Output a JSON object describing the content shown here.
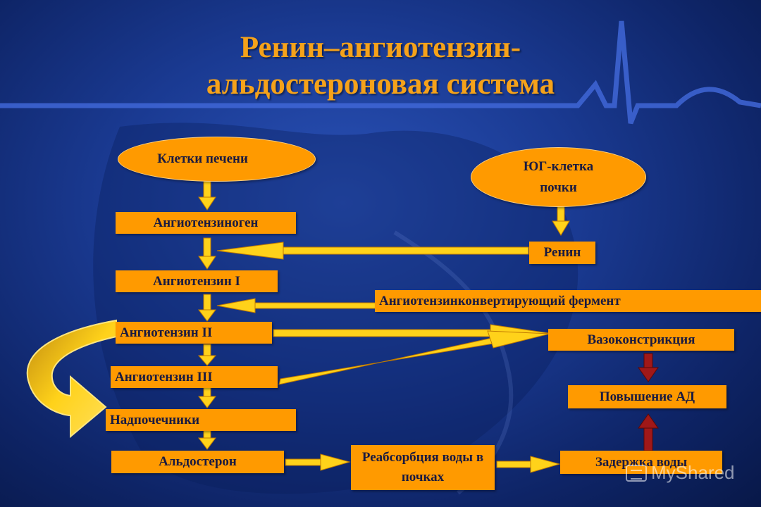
{
  "title": {
    "line1": "Ренин–ангиотензин-",
    "line2": "альдостероновая система"
  },
  "nodes": {
    "liver_cells": "Клетки печени",
    "jg_cell": "ЮГ-клетка почки",
    "angiotensinogen": "Ангиотензиноген",
    "renin": "Ренин",
    "angiotensin_1": "Ангиотензин I",
    "ace": "Ангиотензинконвертирующий фермент",
    "angiotensin_2": "Ангиотензин II",
    "vasoconstriction": "Вазоконстрикция",
    "angiotensin_3": "Ангиотензин III",
    "bp_increase": "Повышение АД",
    "adrenals": "Надпочечники",
    "aldosterone": "Альдостерон",
    "reabsorption": "Реабсорбция воды в почках",
    "water_retention": "Задержка воды"
  },
  "colors": {
    "node_fill": "#ff9a00",
    "title": "#f5a21a",
    "arrow_yellow": "#ffd21a",
    "arrow_red": "#a01818",
    "background": "#1a3a92"
  },
  "watermark": "MyShared",
  "watermark_icon": "presentation-icon"
}
